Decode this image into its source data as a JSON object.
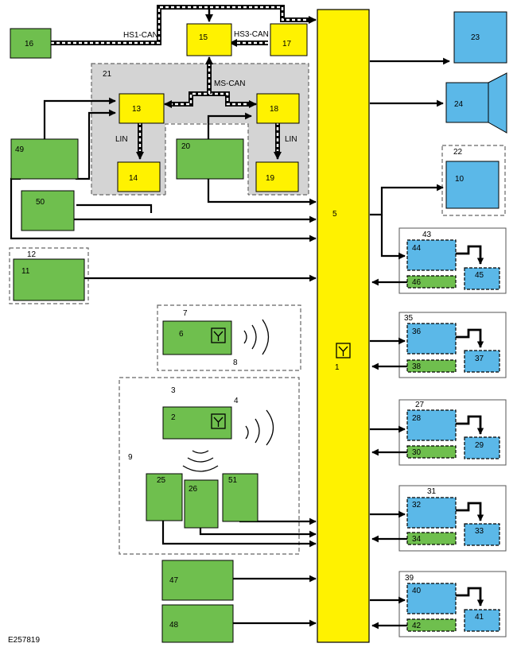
{
  "diagram": {
    "code": "E257819",
    "colors": {
      "green": "#6fbf4e",
      "yellow": "#fff200",
      "blue": "#5bb8e8",
      "gray": "#d4d4d4",
      "line": "#000000"
    },
    "buses": {
      "hs1": "HS1-CAN",
      "hs3": "HS3-CAN",
      "ms": "MS-CAN",
      "lin_left": "LIN",
      "lin_right": "LIN"
    },
    "blocks": {
      "b1": "1",
      "b2": "2",
      "b3": "3",
      "b4": "4",
      "b5": "5",
      "b6": "6",
      "b7": "7",
      "b8": "8",
      "b9": "9",
      "b10": "10",
      "b11": "11",
      "b12": "12",
      "b13": "13",
      "b14": "14",
      "b15": "15",
      "b16": "16",
      "b17": "17",
      "b18": "18",
      "b19": "19",
      "b20": "20",
      "b21": "21",
      "b22": "22",
      "b23": "23",
      "b24": "24",
      "b25": "25",
      "b26": "26",
      "b27": "27",
      "b28": "28",
      "b29": "29",
      "b30": "30",
      "b31": "31",
      "b32": "32",
      "b33": "33",
      "b34": "34",
      "b35": "35",
      "b36": "36",
      "b37": "37",
      "b38": "38",
      "b39": "39",
      "b40": "40",
      "b41": "41",
      "b42": "42",
      "b43": "43",
      "b44": "44",
      "b45": "45",
      "b46": "46",
      "b47": "47",
      "b48": "48",
      "b49": "49",
      "b50": "50",
      "b51": "51"
    },
    "icons": [
      "antenna-icon",
      "speaker-icon",
      "radio-waves-icon"
    ]
  }
}
